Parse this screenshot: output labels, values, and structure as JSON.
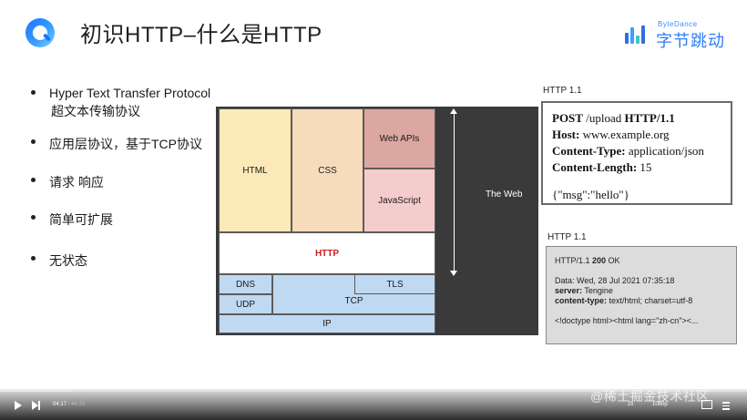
{
  "header": {
    "title": "初识HTTP–什么是HTTP",
    "brand_en": "ByteDance",
    "brand_cn": "字节跳动"
  },
  "bullets": [
    {
      "text": "Hyper Text Transfer Protocol",
      "sub": "超文本传输协议"
    },
    {
      "text": "应用层协议，基于TCP协议"
    },
    {
      "text": "请求 响应"
    },
    {
      "text": "简单可扩展"
    },
    {
      "text": "无状态"
    }
  ],
  "diagram": {
    "html": "HTML",
    "css": "CSS",
    "web_apis": "Web APIs",
    "javascript": "JavaScript",
    "http": "HTTP",
    "dns": "DNS",
    "udp": "UDP",
    "tcp": "TCP",
    "tls": "TLS",
    "ip": "IP",
    "the_web": "The Web",
    "colors": {
      "html": "#fbe9b8",
      "css": "#f7dcbc",
      "web_apis": "#dca7a0",
      "javascript": "#f5cccc",
      "http": "#ffffff",
      "http_text": "#cc1f1f",
      "transport": "#bfd9f2",
      "background": "#3a3a3a"
    }
  },
  "request": {
    "label": "HTTP 1.1",
    "line_method": "POST",
    "line_path": " /upload ",
    "line_version": "HTTP/1.1",
    "host_key": "Host:",
    "host_val": " www.example.org",
    "ctype_key": "Content-Type:",
    "ctype_val": " application/json",
    "clen_key": "Content-Length:",
    "clen_val": " 15",
    "body": "{\"msg\":\"hello\"}"
  },
  "response": {
    "label": "HTTP 1.1",
    "status_pre": "HTTP/1.1 ",
    "status_code": "200",
    "status_text": " OK",
    "date": "Data: Wed, 28 Jul 2021 07:35:18",
    "server_key": "server:",
    "server_val": " Tengine",
    "ctype_key": "content-type:",
    "ctype_val": " text/html; charset=utf-8",
    "body": "<!doctype html><html lang=\"zh-cn\"><..."
  },
  "video": {
    "current": "04:17",
    "separator": " / ",
    "total": "44:33",
    "progress": 0.096,
    "speed": "2x",
    "quality": "1080p",
    "watermark": "@稀土掘金技术社区"
  }
}
